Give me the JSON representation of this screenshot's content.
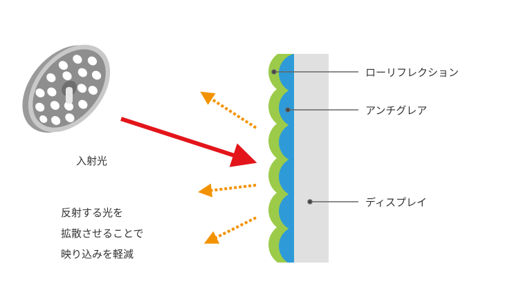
{
  "labels": {
    "low_reflection": "ローリフレクション",
    "anti_glare": "アンチグレア",
    "display": "ディスプレイ",
    "incident_light": "入射光"
  },
  "note": [
    "反射する光を",
    "拡散させることで",
    "映り込みを軽減"
  ],
  "colors": {
    "green": "#9ccb4a",
    "blue": "#2e9bd8",
    "display": "#e0e0e0",
    "red": "#e3151a",
    "orange": "#f39200"
  }
}
